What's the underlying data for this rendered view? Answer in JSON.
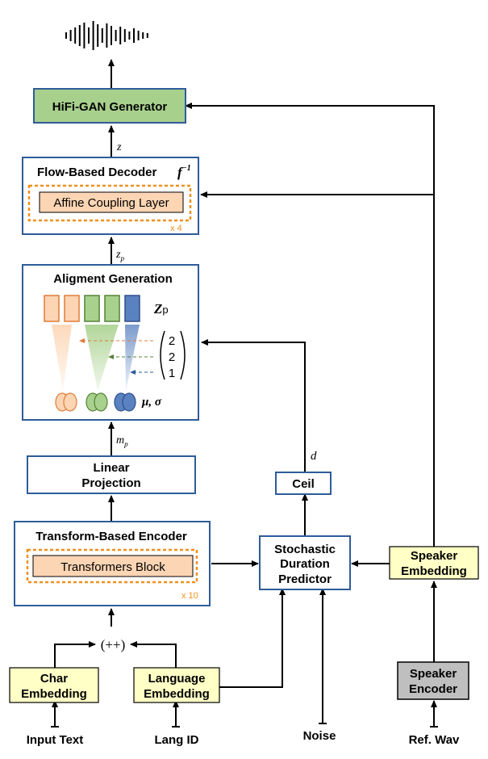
{
  "colors": {
    "block_border": "#2e5c9a",
    "hifi_fill": "#a8d08d",
    "yellow_fill": "#ffffc6",
    "gray_fill": "#bfbfbf",
    "orange_dash": "#f0901e",
    "orange_fill": "#fcd5b4",
    "green_fill": "#a9d18e",
    "blue_fill": "#5b82c0"
  },
  "icons": [
    "waveform-icon",
    "concat-operator-icon"
  ],
  "blocks": {
    "hifi": "HiFi-GAN Generator",
    "flow_title": "Flow-Based Decoder",
    "flow_sym": "f",
    "flow_sup": "−1",
    "affine": "Affine Coupling Layer",
    "flow_repeat": "x 4",
    "align_title": "Aligment Generation",
    "zp_label": "Z",
    "zp_sub": "p",
    "mu_sigma": "μ, σ",
    "dur_vals": [
      "2",
      "2",
      "1"
    ],
    "linear_1": "Linear",
    "linear_2": "Projection",
    "encoder_title": "Transform-Based Encoder",
    "transformers": "Transformers Block",
    "enc_repeat": "x 10",
    "ceil": "Ceil",
    "sdp_1": "Stochastic",
    "sdp_2": "Duration",
    "sdp_3": "Predictor",
    "spk_emb_1": "Speaker",
    "spk_emb_2": "Embedding",
    "char_1": "Char",
    "char_2": "Embedding",
    "lang_1": "Language",
    "lang_2": "Embedding",
    "spk_enc_1": "Speaker",
    "spk_enc_2": "Encoder"
  },
  "edge_labels": {
    "z": "z",
    "zp_main": "z",
    "zp_sub": "p",
    "mp_main": "m",
    "mp_sub": "p",
    "d": "d",
    "concat": "(++)"
  },
  "inputs": {
    "input_text": "Input Text",
    "lang_id": "Lang ID",
    "noise": "Noise",
    "ref_wav": "Ref. Wav"
  }
}
